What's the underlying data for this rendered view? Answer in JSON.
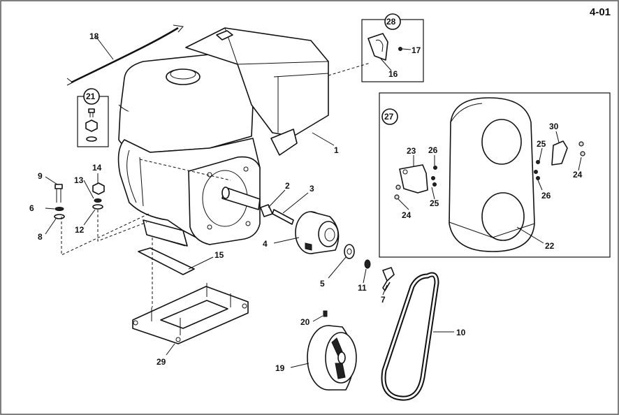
{
  "page_number": "4-01",
  "callouts": {
    "c1": "1",
    "c2": "2",
    "c3": "3",
    "c4": "4",
    "c5": "5",
    "c6": "6",
    "c7": "7",
    "c8": "8",
    "c9": "9",
    "c10": "10",
    "c11": "11",
    "c12": "12",
    "c13": "13",
    "c14": "14",
    "c15": "15",
    "c16": "16",
    "c17": "17",
    "c18": "18",
    "c19": "19",
    "c20": "20",
    "c22": "22",
    "c23": "23",
    "c24a": "24",
    "c24b": "24",
    "c25a": "25",
    "c25b": "25",
    "c26a": "26",
    "c26b": "26",
    "c29": "29",
    "c30": "30"
  },
  "kits": {
    "k21": "21",
    "k27": "27",
    "k28": "28"
  }
}
